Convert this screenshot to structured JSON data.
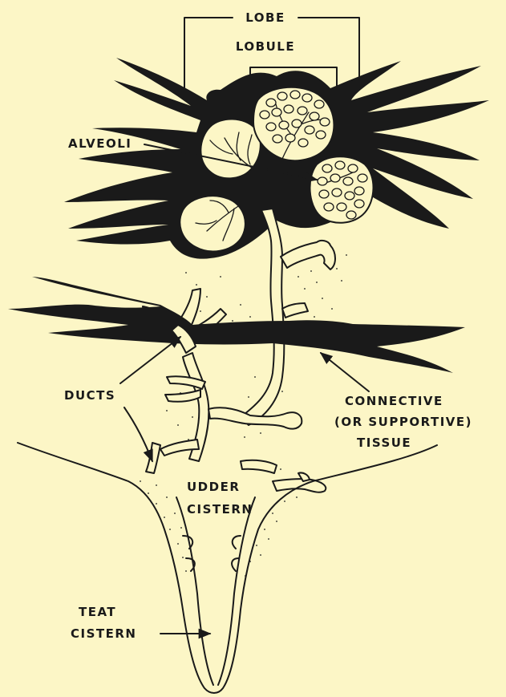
{
  "labels": {
    "lobe": "LOBE",
    "lobule": "LOBULE",
    "alveoli": "ALVEOLI",
    "ducts": "DUCTS",
    "connective_1": "CONNECTIVE",
    "connective_2": "(OR SUPPORTIVE)",
    "connective_3": "TISSUE",
    "udder_1": "UDDER",
    "udder_2": "CISTERN",
    "teat_1": "TEAT",
    "teat_2": "CISTERN"
  },
  "colors": {
    "background": "#fcf6c6",
    "ink": "#1a1a1a"
  }
}
